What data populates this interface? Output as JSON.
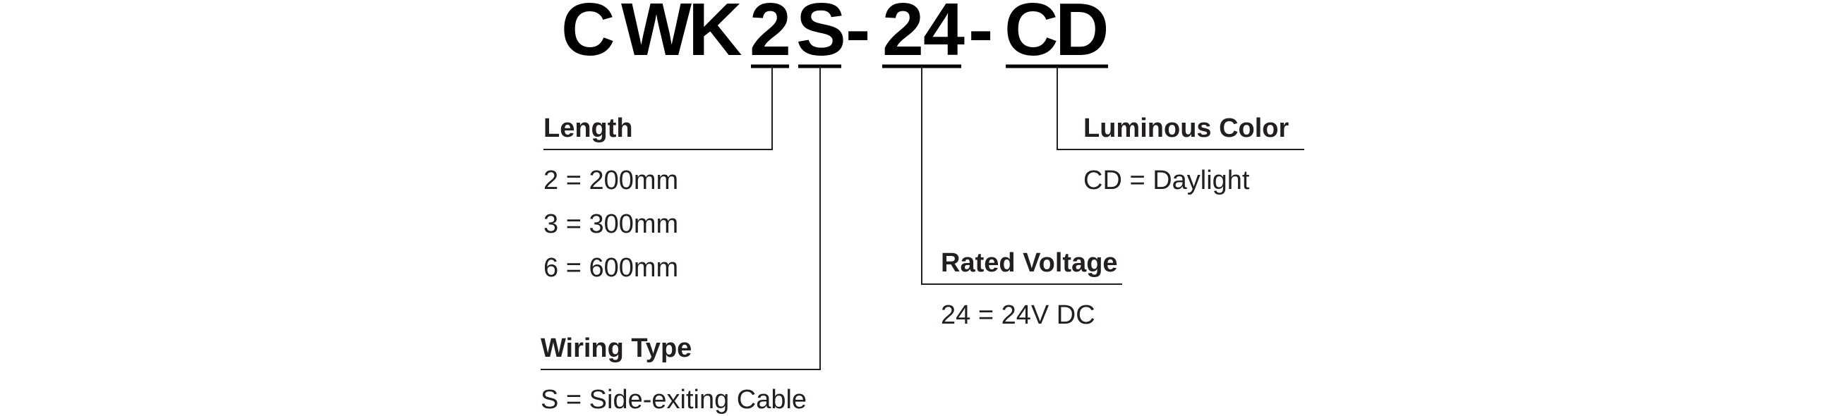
{
  "model_code": {
    "characters": [
      "C",
      "W",
      "K",
      "2",
      "S",
      "-",
      "2",
      "4",
      "-",
      "C",
      "D"
    ]
  },
  "segments": {
    "length": {
      "heading": "Length",
      "options": [
        "2 = 200mm",
        "3 = 300mm",
        "6 = 600mm"
      ]
    },
    "wiring_type": {
      "heading": "Wiring Type",
      "options": [
        "S = Side-exiting Cable"
      ]
    },
    "rated_voltage": {
      "heading": "Rated Voltage",
      "options": [
        "24 = 24V DC"
      ]
    },
    "luminous_color": {
      "heading": "Luminous Color",
      "options": [
        "CD = Daylight"
      ]
    }
  }
}
